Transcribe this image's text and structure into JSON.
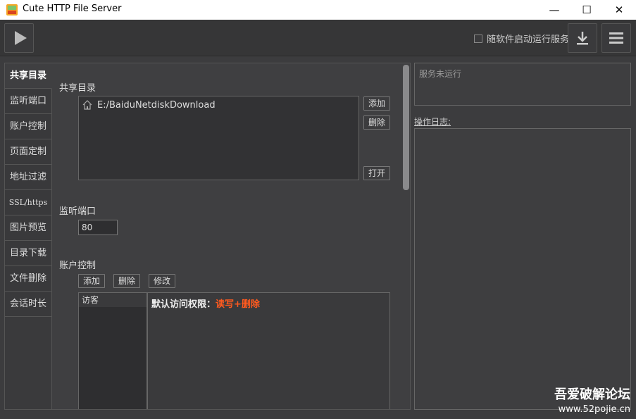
{
  "window": {
    "title": "Cute HTTP File Server",
    "minimize_glyph": "—",
    "maximize_glyph": "☐",
    "close_glyph": "✕"
  },
  "toolbar": {
    "autostart_label": "随软件启动运行服务",
    "autostart_checked": false,
    "icons": [
      "play-icon",
      "download-icon",
      "menu-icon"
    ]
  },
  "nav": {
    "items": [
      "共享目录",
      "监听端口",
      "账户控制",
      "页面定制",
      "地址过滤",
      "SSL/https",
      "图片预览",
      "目录下载",
      "文件删除",
      "会话时长"
    ],
    "active": "共享目录"
  },
  "share": {
    "section_label": "共享目录",
    "paths": [
      "E:/BaiduNetdiskDownload"
    ],
    "add_label": "添加",
    "delete_label": "删除",
    "open_label": "打开"
  },
  "port": {
    "section_label": "监听端口",
    "value": "80"
  },
  "account": {
    "section_label": "账户控制",
    "add_label": "添加",
    "delete_label": "删除",
    "edit_label": "修改",
    "users": [
      "访客"
    ],
    "permission_label": "默认访问权限：",
    "permission_value": "读写+删除"
  },
  "status": {
    "text": "服务未运行"
  },
  "log": {
    "label": "操作日志:"
  },
  "watermark": {
    "cn": "吾爱破解论坛",
    "url": "www.52pojie.cn"
  },
  "colors": {
    "accent_permission": "#ff5a1f",
    "background": "#3c3c3e"
  }
}
